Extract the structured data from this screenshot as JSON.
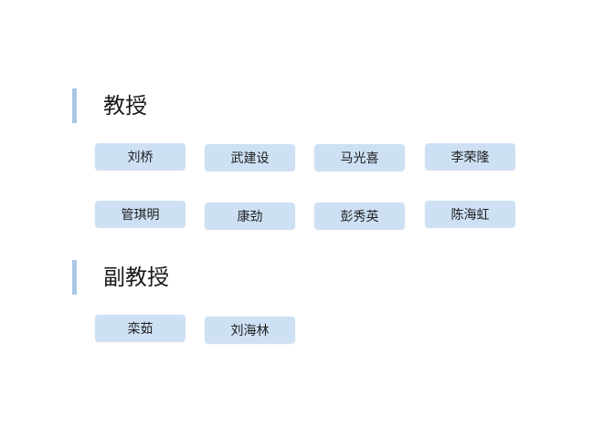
{
  "sections": [
    {
      "title": "教授",
      "names": [
        "刘桥",
        "武建设",
        "马光喜",
        "李荣隆",
        "管琪明",
        "康劲",
        "彭秀英",
        "陈海虹"
      ]
    },
    {
      "title": "副教授",
      "names": [
        "栾茹",
        "刘海林"
      ]
    }
  ],
  "colors": {
    "accent_bar": "#a9c7e6",
    "tag_background": "#cde0f4"
  }
}
